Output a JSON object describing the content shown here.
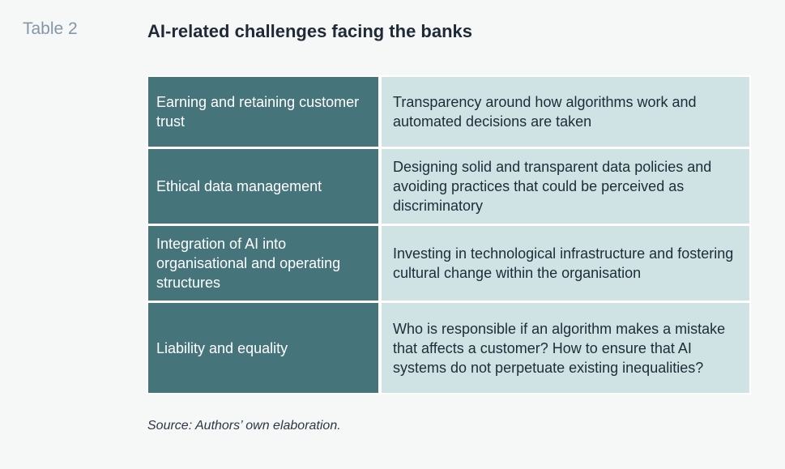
{
  "header": {
    "table_label": "Table 2",
    "title": "AI-related challenges facing the banks"
  },
  "table": {
    "rows": [
      {
        "challenge": "Earning and retaining customer trust",
        "description": "Transparency around how algorithms work and automated decisions are taken"
      },
      {
        "challenge": "Ethical data management",
        "description": "Designing solid and transparent data policies and avoiding practices that could be perceived as discriminatory"
      },
      {
        "challenge": "Integration of AI into organisational and operating structures",
        "description": "Investing in technological infrastructure and fostering cultural change within the organisation"
      },
      {
        "challenge": "Liability and equality",
        "description": "Who is responsible if an algorithm makes a mistake that affects a customer? How to ensure that AI systems do not perpetuate existing inequalities?"
      }
    ]
  },
  "footer": {
    "source": "Source: Authors’ own elaboration."
  },
  "colors": {
    "left_cell": "#46747b",
    "right_cell": "#cfe2e4",
    "label": "#8397a6",
    "title": "#1f2a36"
  }
}
